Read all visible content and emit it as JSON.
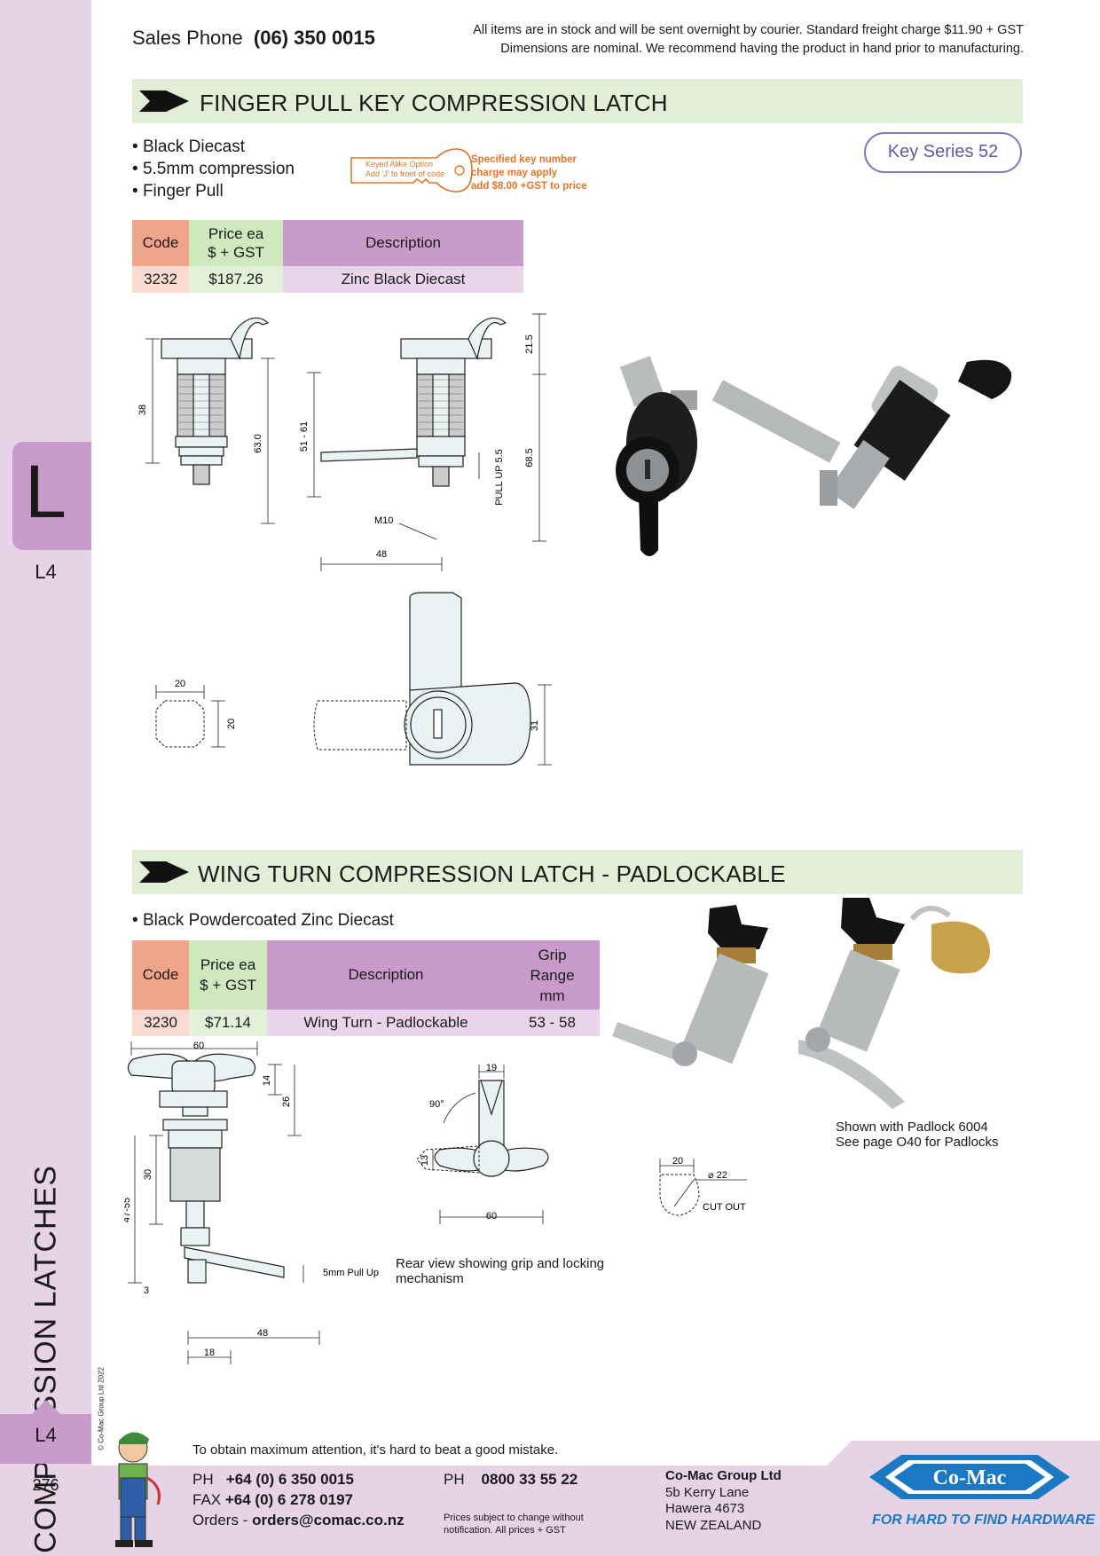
{
  "side": {
    "tab_letter": "L",
    "ref_top": "L4",
    "section": "COMPRESSION LATCHES",
    "copyright": "© Co-Mac Group Ltd 2022",
    "ref_bottom": "L4",
    "page_number": "276"
  },
  "header": {
    "sales_label": "Sales Phone",
    "sales_phone": "(06) 350 0015",
    "notice_line1": "All items are in stock and will be sent overnight by courier. Standard freight charge $11.90 + GST",
    "notice_line2": "Dimensions are nominal. We recommend having the product in hand prior to manufacturing."
  },
  "section1": {
    "title": "FINGER PULL KEY COMPRESSION LATCH",
    "bullets": [
      "Black Diecast",
      "5.5mm compression",
      "Finger Pull"
    ],
    "key_badge": "Key Series 52",
    "keyed_alike": {
      "tag_line1": "Keyed Alike Option",
      "tag_line2": "Add 'J' to front of code",
      "note1": "Specified key number",
      "note2": "charge may apply",
      "note3": "add $8.00 +GST to price"
    },
    "table": {
      "headers": {
        "code": "Code",
        "price_line1": "Price ea",
        "price_line2": "$ + GST",
        "description": "Description"
      },
      "rows": [
        {
          "code": "3232",
          "price": "$187.26",
          "description": "Zinc Black Diecast"
        }
      ]
    },
    "dims": {
      "d38": "38",
      "d63": "63.0",
      "d51_61": "51 - 61",
      "d21_5": "21.5",
      "d68_5": "68.5",
      "pullup": "PULL UP 5.5",
      "m10": "M10",
      "d48": "48",
      "sq20a": "20",
      "sq20b": "20",
      "d31": "31"
    }
  },
  "section2": {
    "title": "WING TURN COMPRESSION LATCH - PADLOCKABLE",
    "bullets": [
      "Black Powdercoated Zinc Diecast"
    ],
    "table": {
      "headers": {
        "code": "Code",
        "price_line1": "Price ea",
        "price_line2": "$ + GST",
        "description": "Description",
        "grip_line1": "Grip",
        "grip_line2": "Range",
        "grip_line3": "mm"
      },
      "rows": [
        {
          "code": "3230",
          "price": "$71.14",
          "description": "Wing Turn - Padlockable",
          "grip": "53 - 58"
        }
      ]
    },
    "dims": {
      "d60": "60",
      "d14": "14",
      "d26": "26",
      "d30": "30",
      "d47_55": "47-55",
      "pullup": "5mm Pull Up",
      "d3": "3",
      "d48": "48",
      "d18": "18",
      "d19": "19",
      "deg90": "90°",
      "d13": "13",
      "d60b": "60",
      "cut20": "20",
      "cut22": "⌀ 22",
      "cutout": "CUT OUT"
    },
    "rear_caption_line1": "Rear view showing grip and locking",
    "rear_caption_line2": "mechanism",
    "padlock_line1": "Shown with Padlock 6004",
    "padlock_line2": "See page O40 for Padlocks"
  },
  "footer": {
    "quote": "To obtain maximum attention, it's hard to beat a good mistake.",
    "ph_label": "PH",
    "ph": "+64 (0) 6 350 0015",
    "fax_label": "FAX",
    "fax": "+64 (0) 6 278 0197",
    "orders_label": "Orders -",
    "orders": "orders@comac.co.nz",
    "ph2_label": "PH",
    "ph2": "0800 33 55 22",
    "prices_line1": "Prices subject to change without",
    "prices_line2": "notification. All prices + GST",
    "company": "Co-Mac Group Ltd",
    "addr1": "5b Kerry Lane",
    "addr2": "Hawera 4673",
    "addr3": "NEW ZEALAND",
    "logo_text": "Co-Mac",
    "tagline": "FOR HARD TO FIND HARDWARE"
  }
}
